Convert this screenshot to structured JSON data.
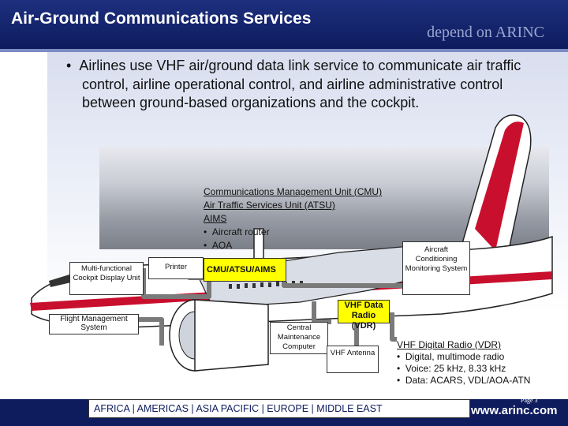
{
  "header": {
    "title": "Air-Ground Communications Services",
    "tagline": "depend on ARINC"
  },
  "bullet": {
    "text": "Airlines use VHF air/ground data link service to communicate air traffic control, airline operational control, and airline administrative control between ground-based organizations and the cockpit."
  },
  "diagram": {
    "cmu_list": {
      "line1": "Communications Management Unit (CMU)",
      "line2": "Air Traffic Services Unit (ATSU)",
      "line3": "AIMS",
      "sub1": "Aircraft router",
      "sub2": "AOA"
    },
    "mcdu_label": "Multi-functional Cockpit Display Unit",
    "printer_label": "Printer",
    "cmu_box_label": "CMU/ATSU/AIMS",
    "acms_label": "Aircraft Conditioning Monitoring System",
    "fms_label": "Flight Management System",
    "vdr_label": "VHF Data Radio (VDR)",
    "cmc_label": "Central Maintenance Computer",
    "antenna_label": "VHF Antenna",
    "vhf_list": {
      "title": "VHF Digital Radio (VDR)",
      "item1": "Digital, multimode radio",
      "item2": "Voice:  25 kHz, 8.33 kHz",
      "item3": "Data:  ACARS, VDL/AOA-ATN"
    }
  },
  "footer": {
    "regions": "AFRICA |  AMERICAS |  ASIA PACIFIC | EUROPE | MIDDLE EAST",
    "page": "Page 3",
    "url": "www.arinc.com"
  },
  "colors": {
    "header": "#0e1c5e",
    "accent_red": "#c8102e",
    "label_yellow": "#ffff00"
  }
}
